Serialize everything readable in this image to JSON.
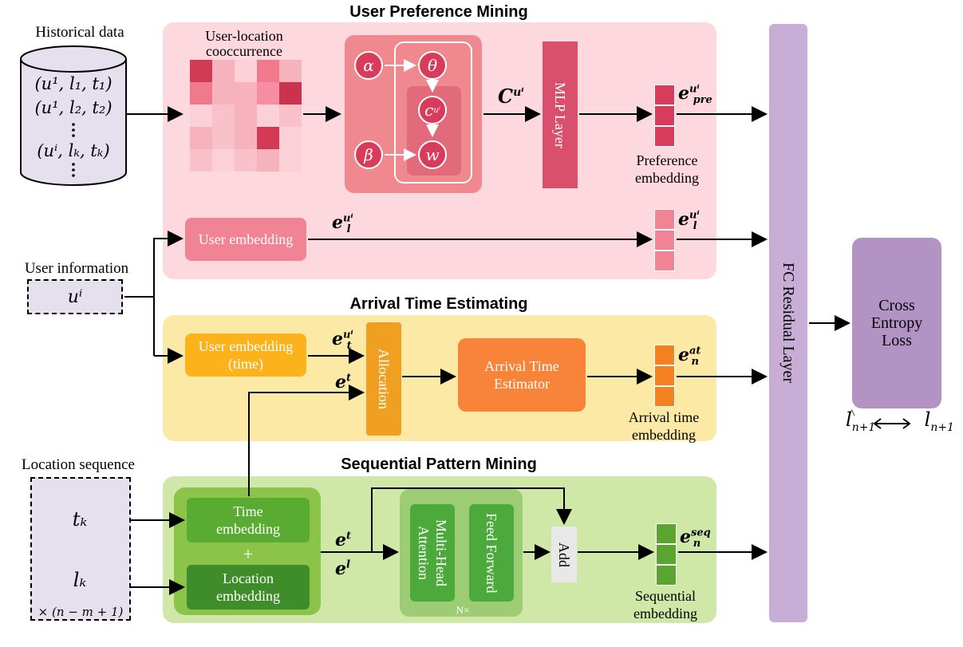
{
  "sections": {
    "user_pref": "User Preference Mining",
    "arrival": "Arrival Time Estimating",
    "sequential": "Sequential Pattern Mining"
  },
  "inputs": {
    "historical": "Historical data",
    "historical_rows": [
      "(u¹, l₁, t₁)",
      "(u¹, l₂, t₂)",
      "(uⁱ, lₖ, tₖ)"
    ],
    "user_info": "User information",
    "user_info_symbol": "uⁱ",
    "location_seq": "Location sequence",
    "loc_t": "tₖ",
    "loc_l": "lₖ",
    "loc_rep": "× (n − m + 1)"
  },
  "pref": {
    "cooc": "User-location cooccurrence",
    "alpha": "α",
    "beta": "β",
    "theta": "θ",
    "c": "c",
    "w": "w",
    "c_label": "C",
    "mlp": "MLP Layer",
    "pref_emb_label": "Preference embedding",
    "e_pre": "e",
    "user_emb": "User embedding",
    "e_l": "e"
  },
  "arrival": {
    "user_emb_time": "User embedding (time)",
    "e_t_user": "e",
    "e_t": "e",
    "allocation": "Allocation",
    "estimator": "Arrival Time Estimator",
    "emb_label": "Arrival time embedding",
    "e_at": "e"
  },
  "seq": {
    "time_emb": "Time embedding",
    "plus": "+",
    "loc_emb": "Location embedding",
    "e_t": "e",
    "e_l": "e",
    "mha": "Multi-Head Attention",
    "ff": "Feed Forward",
    "nx": "N×",
    "add": "Add",
    "emb_label": "Sequential embedding",
    "e_seq": "e"
  },
  "fc": "FC Residual Layer",
  "loss": "Cross Entropy Loss",
  "loss_compare": {
    "pred": "l",
    "truth": "l",
    "sub": "n+1"
  },
  "colors": {
    "pink_panel": "#fdd8df",
    "yellow_panel": "#fde9a6",
    "green_panel": "#cfe8a8",
    "purple": "#c8aed6",
    "loss_purple": "#b293c3"
  }
}
